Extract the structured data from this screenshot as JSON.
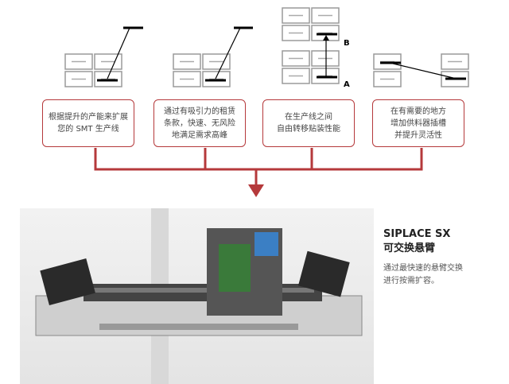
{
  "features": [
    {
      "text": "根据提升的产能来扩展\n您的 SMT 生产线"
    },
    {
      "text": "通过有吸引力的租赁\n条款，快速、无风险\n地满足需求高峰"
    },
    {
      "text": "在生产线之间\n自由转移贴装性能"
    },
    {
      "text": "在有需要的地方\n增加供料器插槽\n并提升灵活性"
    }
  ],
  "diagram_labels": {
    "b": "B",
    "a": "A"
  },
  "product": {
    "title": "SIPLACE SX",
    "subtitle": "可交换悬臂",
    "description": "通过最快速的悬臂交换\n进行按需扩容。"
  },
  "colors": {
    "accent": "#b5393b",
    "grid": "#9a9a9a"
  }
}
